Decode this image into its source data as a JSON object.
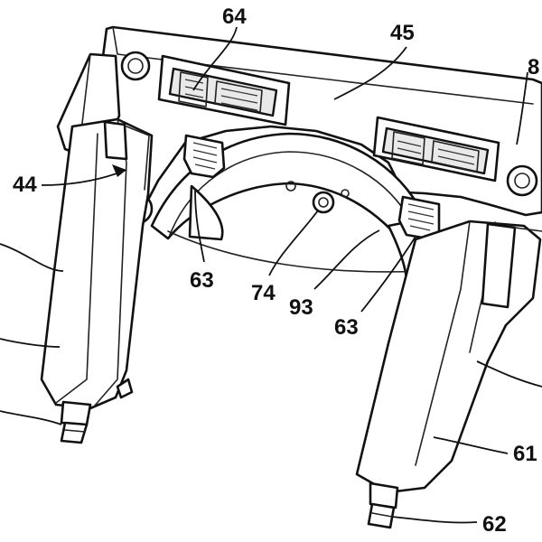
{
  "labels": {
    "l64": "64",
    "l45": "45",
    "l8": "8",
    "l44": "44",
    "l63a": "63",
    "l74": "74",
    "l93": "93",
    "l63b": "63",
    "l61": "61",
    "l62": "62"
  }
}
